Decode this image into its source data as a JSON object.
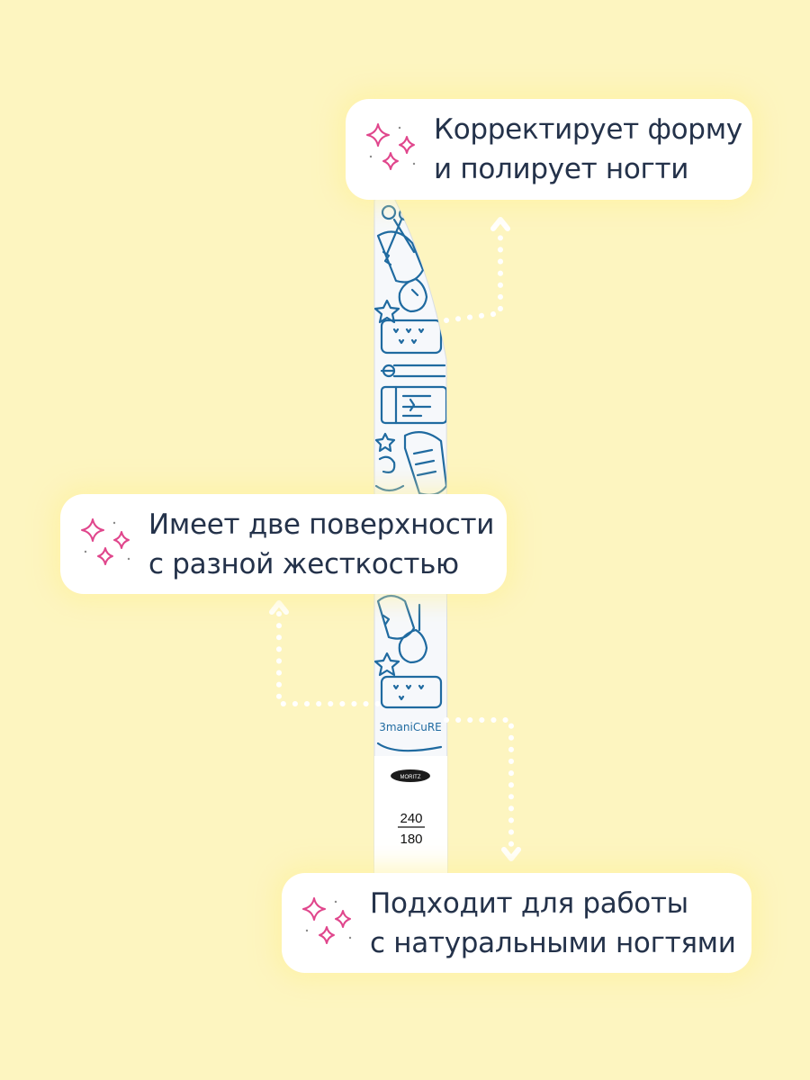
{
  "colors": {
    "background": "#fdf5c0",
    "card": "#ffffff",
    "text": "#24324a",
    "sparkle": "#e0468c",
    "doodle": "#1f6aa0",
    "connector": "#ffffff"
  },
  "product": {
    "brand_mark": "MORITZ",
    "doodle_word": "3maniCuRE",
    "grit_top": "240",
    "grit_bottom": "180"
  },
  "callouts": [
    {
      "line1": "Корректирует форму",
      "line2": "и полирует ногти",
      "icon": "sparkles-icon"
    },
    {
      "line1": "Имеет две поверхности",
      "line2": "с разной жесткостью",
      "icon": "sparkles-icon"
    },
    {
      "line1": "Подходит для работы",
      "line2": "с натуральными ногтями",
      "icon": "sparkles-icon"
    }
  ]
}
